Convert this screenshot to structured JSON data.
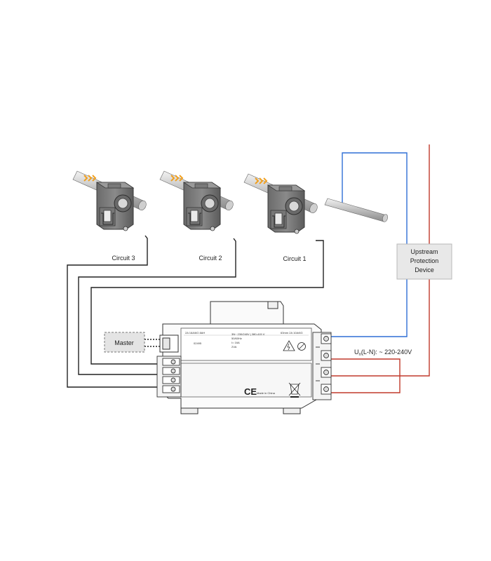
{
  "ct_clamps": [
    {
      "label": "Circuit 3"
    },
    {
      "label": "Circuit 2"
    },
    {
      "label": "Circuit 1"
    }
  ],
  "master_box": {
    "label": "Master"
  },
  "upstream_box": {
    "line1": "Upstream",
    "line2": "Protection",
    "line3": "Device"
  },
  "voltage_label": {
    "prefix": "U",
    "subscript": "n",
    "suffix": "(L-N): ~ 220-240V"
  },
  "meter": {
    "ce_mark": "CE",
    "made_in": "Made in China",
    "left_spec": "2A  16A/6G  8AH",
    "id_code": "02495",
    "mid_spec_1": "3N~ 230/240V | 380-415 V",
    "mid_spec_2": "50/60Hz",
    "mid_spec_3": "I= 16A",
    "mid_spec_4": "2VA",
    "right_spec": "63mm  2A  10A/6G"
  },
  "colors": {
    "neutral_wire": "#2f6fd6",
    "live_wire": "#c0392b",
    "signal_wire": "#222222",
    "arrow_accent": "#f0a020",
    "box_fill": "#e8e8e8"
  }
}
